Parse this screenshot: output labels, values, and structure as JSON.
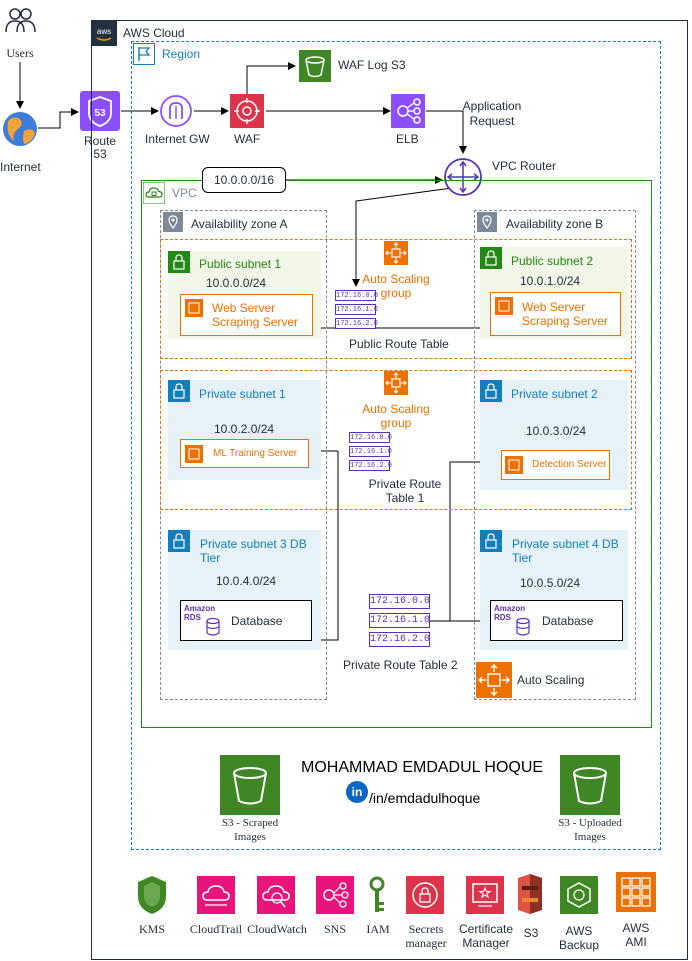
{
  "external": {
    "users": "Users",
    "internet": "Internet",
    "route53_line1": "Route",
    "route53_line2": "53"
  },
  "aws_cloud": "AWS Cloud",
  "region": "Region",
  "edge": {
    "internet_gw": "Internet GW",
    "waf": "WAF",
    "waf_log": "WAF Log S3",
    "elb": "ELB",
    "app_request_line1": "Application",
    "app_request_line2": "Request",
    "vpc_router": "VPC Router"
  },
  "vpc": {
    "label": "VPC",
    "cidr": "10.0.0.0/16"
  },
  "az_a": "Availability zone A",
  "az_b": "Availability zone B",
  "public_1": {
    "title": "Public subnet 1",
    "cidr": "10.0.0.0/24",
    "server_line1": "Web Server",
    "server_line2": "Scraping Server"
  },
  "public_2": {
    "title": "Public subnet 2",
    "cidr": "10.0.1.0/24",
    "server_line1": "Web Server",
    "server_line2": "Scraping Server"
  },
  "private_1": {
    "title": "Private subnet 1",
    "cidr": "10.0.2.0/24",
    "server": "ML Training Server"
  },
  "private_2": {
    "title": "Private subnet 2",
    "cidr": "10.0.3.0/24",
    "server": "Detection Server"
  },
  "private_3": {
    "title_line1": "Private subnet 3 DB",
    "title_line2": "Tier",
    "cidr": "10.0.4.0/24",
    "db": "Database"
  },
  "private_4": {
    "title_line1": "Private subnet 4 DB",
    "title_line2": "Tier",
    "cidr": "10.0.5.0/24",
    "db": "Database"
  },
  "rds_line1": "Amazon",
  "rds_line2": "RDS",
  "asg_public": {
    "line1": "Auto Scaling",
    "line2": "group"
  },
  "asg_private": {
    "line1": "Auto Scaling",
    "line2": "group"
  },
  "auto_scaling": "Auto Scaling",
  "public_route_table": {
    "label": "Public Route Table",
    "entries": [
      "172.16.0.0",
      "172.16.1.0",
      "172.16.2.0"
    ]
  },
  "private_route_table_1": {
    "label_line1": "Private Route",
    "label_line2": "Table 1",
    "entries": [
      "172.16.0.0",
      "172.16.1.0",
      "172.16.2.0"
    ]
  },
  "private_route_table_2": {
    "label": "Private Route Table 2",
    "entries": [
      "172.16.0.0",
      "172.16.1.0",
      "172.16.2.0"
    ]
  },
  "author": {
    "name": "MOHAMMAD EMDADUL HOQUE",
    "linkedin": "/in/emdadulhoque",
    "linkedin_icon_text": "in"
  },
  "s3_scraped": {
    "line1": "S3 - Scraped",
    "line2": "Images"
  },
  "s3_uploaded": {
    "line1": "S3 - Uploaded",
    "line2": "Images"
  },
  "services": {
    "kms": "KMS",
    "cloudtrail": "CloudTrail",
    "cloudwatch": "CloudWatch",
    "sns": "SNS",
    "iam": "IAM",
    "secrets_line1": "Secrets",
    "secrets_line2": "manager",
    "cert_line1": "Certificate",
    "cert_line2": "Manager",
    "s3": "S3",
    "backup_line1": "AWS",
    "backup_line2": "Backup",
    "ami_line1": "AWS",
    "ami_line2": "AMI"
  },
  "colors": {
    "networking": "#8c4fff",
    "security": "#dd344c",
    "storage": "#3f8624",
    "compute": "#ed7100",
    "management": "#e7157b",
    "region_border": "#147eba",
    "vpc_border": "#248814"
  }
}
